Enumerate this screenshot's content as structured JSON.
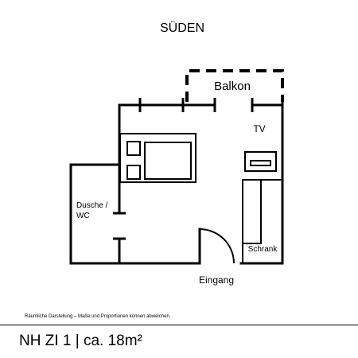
{
  "plan": {
    "orientation_label": "SÜDEN",
    "balcony_label": "Balkon",
    "tv_label": "TV",
    "shower_label_line1": "Dusche /",
    "shower_label_line2": "WC",
    "wardrobe_label": "Schrank",
    "entrance_label": "Eingang"
  },
  "footer": {
    "disclaimer": "Räumliche Darstellung – Maße und Proportionen können abweichen.",
    "room_title": "NH ZI 1 | ca. 18m²"
  }
}
